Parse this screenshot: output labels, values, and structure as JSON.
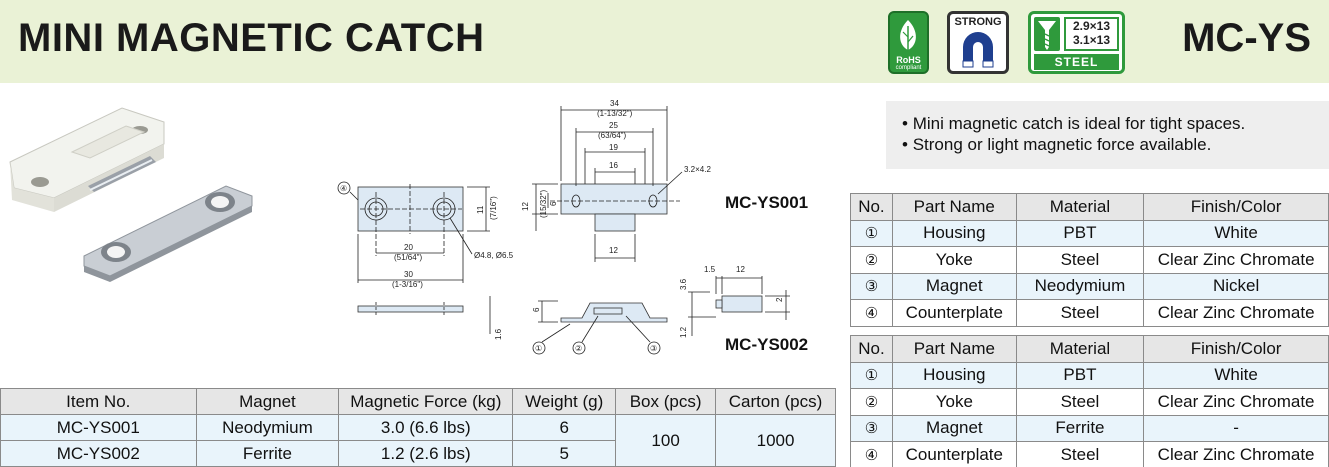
{
  "header": {
    "title": "MINI MAGNETIC CATCH",
    "model": "MC-YS",
    "badges": {
      "rohs_line1": "RoHS",
      "rohs_line2": "compliant",
      "strong_label": "STRONG",
      "screw_size_1": "2.9×13",
      "screw_size_2": "3.1×13",
      "steel_label": "STEEL"
    }
  },
  "features": [
    "Mini magnetic catch is ideal for tight spaces.",
    "Strong or light magnetic force available."
  ],
  "drawing": {
    "label_ys001": "MC-YS001",
    "label_ys002": "MC-YS002",
    "dims": {
      "d34": "34",
      "d34_in": "(1-13/32\")",
      "d25": "25",
      "d25_in": "(63/64\")",
      "d19": "19",
      "d16": "16",
      "d12_bottom": "12",
      "hole": "3.2×4.2",
      "d12_side": "12",
      "d12_side_in": "(15/32\")",
      "d6": "6",
      "d11": "11",
      "d11_in": "(7/16\")",
      "d20": "20",
      "d20_in": "(51/64\")",
      "d30": "30",
      "d30_in": "(1-3/16\")",
      "holes": "Ø4.8, Ø6.5",
      "d1_6": "1.6",
      "d6_side": "6",
      "d1_5": "1.5",
      "d12_top": "12",
      "d3_6": "3.6",
      "d2": "2",
      "d1_2": "1.2"
    },
    "callouts": [
      "①",
      "②",
      "③",
      "④"
    ]
  },
  "parts_ys001": {
    "headers": [
      "No.",
      "Part Name",
      "Material",
      "Finish/Color"
    ],
    "rows": [
      [
        "①",
        "Housing",
        "PBT",
        "White"
      ],
      [
        "②",
        "Yoke",
        "Steel",
        "Clear Zinc Chromate"
      ],
      [
        "③",
        "Magnet",
        "Neodymium",
        "Nickel"
      ],
      [
        "④",
        "Counterplate",
        "Steel",
        "Clear Zinc Chromate"
      ]
    ]
  },
  "parts_ys002": {
    "headers": [
      "No.",
      "Part Name",
      "Material",
      "Finish/Color"
    ],
    "rows": [
      [
        "①",
        "Housing",
        "PBT",
        "White"
      ],
      [
        "②",
        "Yoke",
        "Steel",
        "Clear Zinc Chromate"
      ],
      [
        "③",
        "Magnet",
        "Ferrite",
        "-"
      ],
      [
        "④",
        "Counterplate",
        "Steel",
        "Clear Zinc Chromate"
      ]
    ]
  },
  "spec_table": {
    "headers": [
      "Item No.",
      "Magnet",
      "Magnetic Force (kg)",
      "Weight (g)",
      "Box (pcs)",
      "Carton (pcs)"
    ],
    "rows": [
      [
        "MC-YS001",
        "Neodymium",
        "3.0 (6.6 lbs)",
        "6"
      ],
      [
        "MC-YS002",
        "Ferrite",
        "1.2 (2.6 lbs)",
        "5"
      ]
    ],
    "box": "100",
    "carton": "1000"
  }
}
